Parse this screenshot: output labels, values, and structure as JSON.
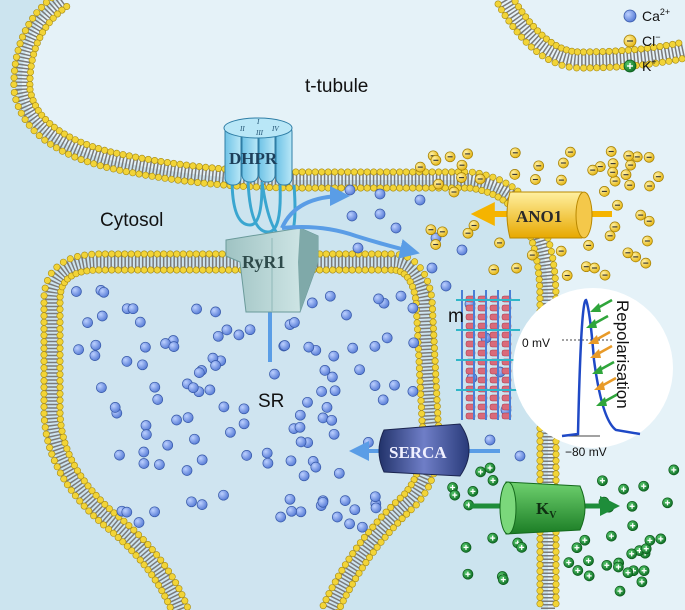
{
  "labels": {
    "t_tubule": "t-tubule",
    "cytosol": "Cytosol",
    "sr": "SR",
    "m": "m",
    "dhpr": "DHPR",
    "ryr1": "RyR1",
    "ano1": "ANO1",
    "serca": "SERCA",
    "kv_main": "K",
    "kv_sub": "V",
    "repolarisation": "Repolarisation",
    "mv0": "0 mV",
    "mv80": "−80 mV",
    "dhpr_subunits": [
      "II",
      "I",
      "III",
      "IV"
    ]
  },
  "legend": {
    "items": [
      {
        "symbol": "ca-ion",
        "label": "Ca",
        "sup": "2+"
      },
      {
        "symbol": "cl-ion",
        "label": "Cl",
        "sup": "−"
      },
      {
        "symbol": "k-ion",
        "label": "K",
        "sup": "+"
      }
    ]
  },
  "colors": {
    "background": "#cce4ef",
    "tubule_lumen": "#e5f2f8",
    "membrane_head": "#f2d437",
    "ca_ion": "#6b8ee0",
    "cl_ion": "#f0c62c",
    "k_ion": "#1f9b3a",
    "flow_arrow": "#5a9de6",
    "ano1_arrow": "#f5b400",
    "kv_arrow": "#1e8d3a",
    "action_potential": "#1f49c6"
  }
}
